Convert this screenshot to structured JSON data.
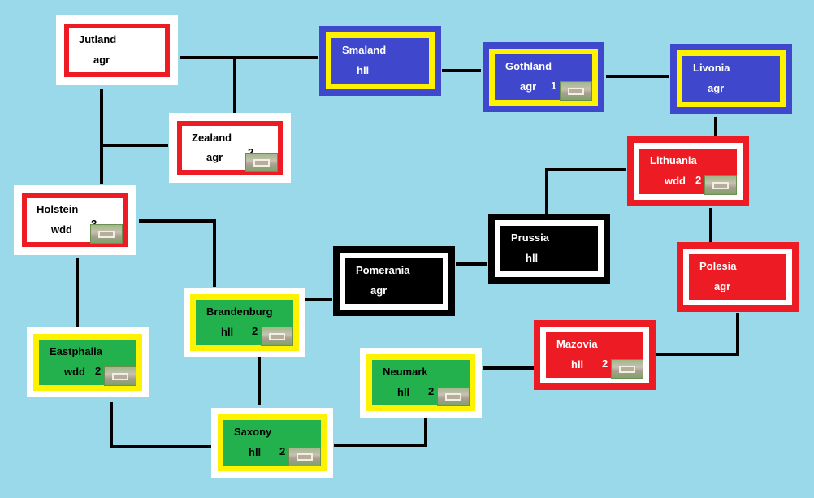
{
  "regions": [
    {
      "id": "jutland",
      "name": "Jutland",
      "terrain": "agr",
      "count": "",
      "token": false,
      "outer": "#ffffff",
      "mid": "#ed1c24",
      "inner": "#ffffff",
      "text": "#000000"
    },
    {
      "id": "zealand",
      "name": "Zealand",
      "terrain": "agr",
      "count": "2",
      "token": true,
      "outer": "#ffffff",
      "mid": "#ed1c24",
      "inner": "#ffffff",
      "text": "#000000"
    },
    {
      "id": "holstein",
      "name": "Holstein",
      "terrain": "wdd",
      "count": "2",
      "token": true,
      "outer": "#ffffff",
      "mid": "#ed1c24",
      "inner": "#ffffff",
      "text": "#000000"
    },
    {
      "id": "smaland",
      "name": "Smaland",
      "terrain": "hll",
      "count": "",
      "token": false,
      "outer": "#3f48cc",
      "mid": "#fff200",
      "inner": "#3f48cc",
      "text": "#ffffff"
    },
    {
      "id": "gothland",
      "name": "Gothland",
      "terrain": "agr",
      "count": "1",
      "token": true,
      "outer": "#3f48cc",
      "mid": "#fff200",
      "inner": "#3f48cc",
      "text": "#ffffff"
    },
    {
      "id": "livonia",
      "name": "Livonia",
      "terrain": "agr",
      "count": "",
      "token": false,
      "outer": "#3f48cc",
      "mid": "#fff200",
      "inner": "#3f48cc",
      "text": "#ffffff"
    },
    {
      "id": "lithuania",
      "name": "Lithuania",
      "terrain": "wdd",
      "count": "2",
      "token": true,
      "outer": "#ed1c24",
      "mid": "#ffffff",
      "inner": "#ed1c24",
      "text": "#ffffff"
    },
    {
      "id": "prussia",
      "name": "Prussia",
      "terrain": "hll",
      "count": "",
      "token": false,
      "outer": "#000000",
      "mid": "#ffffff",
      "inner": "#000000",
      "text": "#ffffff"
    },
    {
      "id": "pomerania",
      "name": "Pomerania",
      "terrain": "agr",
      "count": "",
      "token": false,
      "outer": "#000000",
      "mid": "#ffffff",
      "inner": "#000000",
      "text": "#ffffff"
    },
    {
      "id": "polesia",
      "name": "Polesia",
      "terrain": "agr",
      "count": "",
      "token": false,
      "outer": "#ed1c24",
      "mid": "#ffffff",
      "inner": "#ed1c24",
      "text": "#ffffff"
    },
    {
      "id": "mazovia",
      "name": "Mazovia",
      "terrain": "hll",
      "count": "2",
      "token": true,
      "outer": "#ed1c24",
      "mid": "#ffffff",
      "inner": "#ed1c24",
      "text": "#ffffff"
    },
    {
      "id": "brandenburg",
      "name": "Brandenburg",
      "terrain": "hll",
      "count": "2",
      "token": true,
      "outer": "#ffffff",
      "mid": "#fff200",
      "inner": "#22b14c",
      "text": "#000000"
    },
    {
      "id": "eastphalia",
      "name": "Eastphalia",
      "terrain": "wdd",
      "count": "2",
      "token": true,
      "outer": "#ffffff",
      "mid": "#fff200",
      "inner": "#22b14c",
      "text": "#000000"
    },
    {
      "id": "saxony",
      "name": "Saxony",
      "terrain": "hll",
      "count": "2",
      "token": true,
      "outer": "#ffffff",
      "mid": "#fff200",
      "inner": "#22b14c",
      "text": "#000000"
    },
    {
      "id": "neumark",
      "name": "Neumark",
      "terrain": "hll",
      "count": "2",
      "token": true,
      "outer": "#ffffff",
      "mid": "#fff200",
      "inner": "#22b14c",
      "text": "#000000"
    }
  ]
}
